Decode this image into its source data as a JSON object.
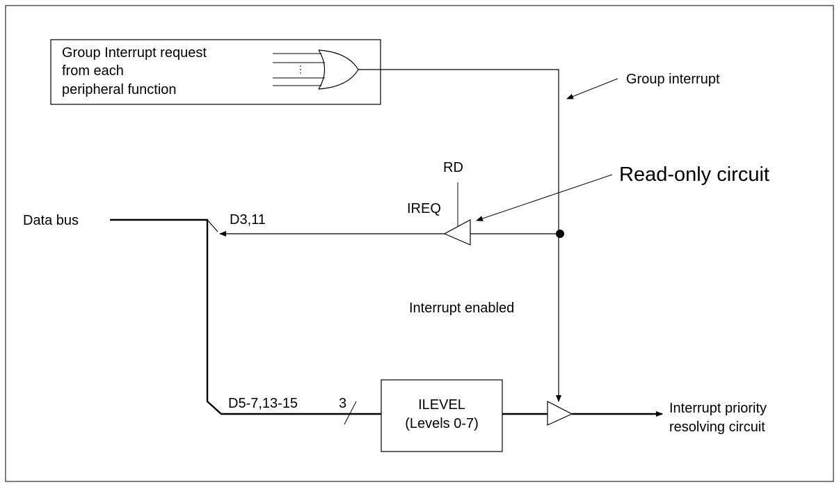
{
  "source_box": {
    "lines": [
      "Group Interrupt request",
      "from each",
      "peripheral function"
    ]
  },
  "labels": {
    "group_interrupt": "Group interrupt",
    "rd": "RD",
    "read_only_circuit": "Read-only circuit",
    "ireq": "IREQ",
    "data_bus": "Data bus",
    "d3_11": "D3,11",
    "interrupt_enabled": "Interrupt enabled",
    "d5_7_13_15": "D5-7,13-15",
    "bus_width": "3",
    "interrupt_priority_line1": "Interrupt priority",
    "interrupt_priority_line2": "resolving circuit"
  },
  "ilevel_box": {
    "line1": "ILEVEL",
    "line2": "(Levels 0-7)"
  }
}
